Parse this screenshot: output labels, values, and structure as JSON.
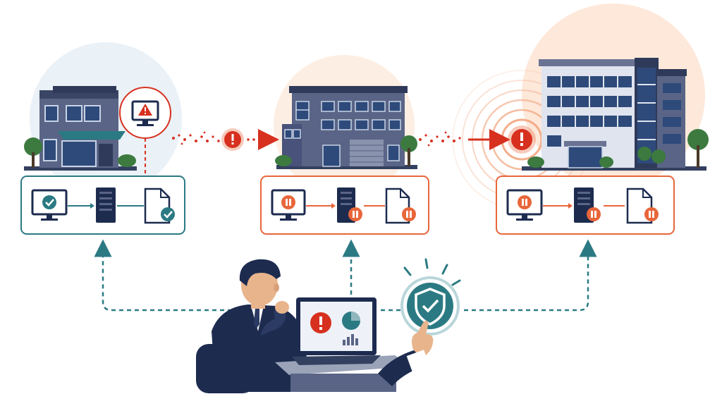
{
  "scene": {
    "locations": [
      {
        "id": "site-1",
        "state": "healthy",
        "flow": [
          "monitor",
          "server",
          "document"
        ],
        "status_icon": "check-icon"
      },
      {
        "id": "site-2",
        "state": "paused",
        "flow": [
          "monitor",
          "server",
          "document"
        ],
        "status_icon": "pause-icon"
      },
      {
        "id": "site-3",
        "state": "paused",
        "flow": [
          "monitor",
          "server",
          "document"
        ],
        "status_icon": "pause-icon"
      }
    ],
    "threat_icon": "alert-icon",
    "control_icon": "shield-check-icon"
  },
  "colors": {
    "teal": "#2b7a83",
    "orange": "#e8663a",
    "red": "#d7301f",
    "navy": "#1d2b4f",
    "building": "#5a6486",
    "window": "#2e4a7a",
    "glow": "#fbe3d2"
  }
}
